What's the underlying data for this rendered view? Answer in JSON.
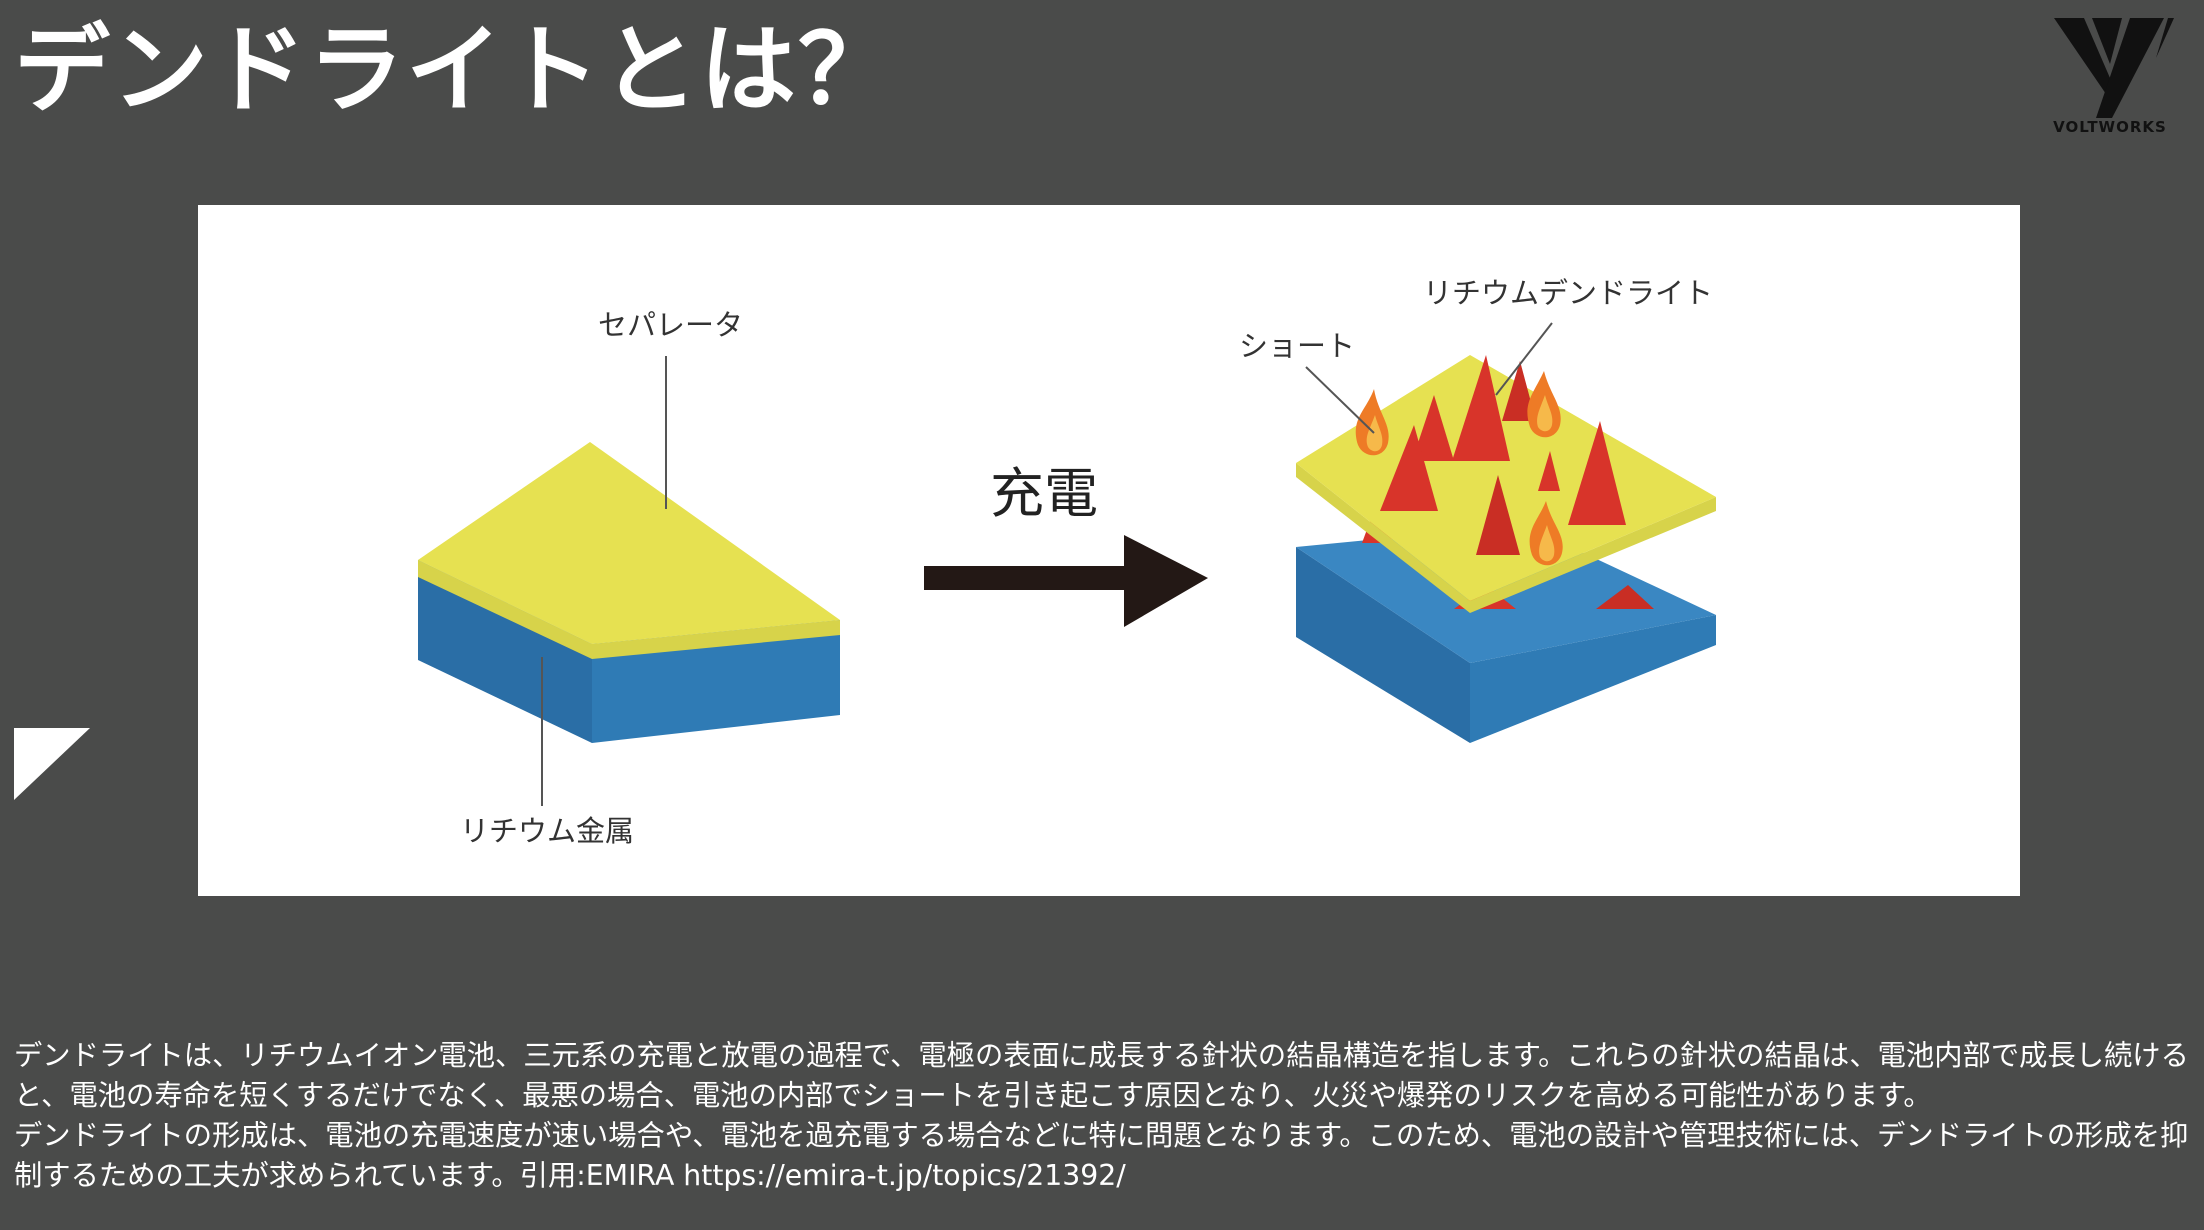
{
  "title": "デンドライトとは？",
  "logo": {
    "text": "VOLTWORKS"
  },
  "figure": {
    "labels": {
      "separator": "セパレータ",
      "lithium_metal": "リチウム金属",
      "charge": "充電",
      "short": "ショート",
      "lithium_dendrite": "リチウムデンドライト"
    },
    "colors": {
      "separator_yellow": "#e6e151",
      "lithium_blue": "#2f7bb5",
      "dendrite_red": "#d8342a",
      "flame_orange": "#ee7b26",
      "arrow": "#231815"
    }
  },
  "description": {
    "paragraph1": "デンドライトは、リチウムイオン電池、三元系の充電と放電の過程で、電極の表面に成長する針状の結晶構造を指します。これらの針状の結晶は、電池内部で成長し続けると、電池の寿命を短くするだけでなく、最悪の場合、電池の内部でショートを引き起こす原因となり、火災や爆発のリスクを高める可能性があります。",
    "paragraph2": "デンドライトの形成は、電池の充電速度が速い場合や、電池を過充電する場合などに特に問題となります。このため、電池の設計や管理技術には、デンドライトの形成を抑制するための工夫が求められています。引用:EMIRA https://emira-t.jp/topics/21392/"
  }
}
